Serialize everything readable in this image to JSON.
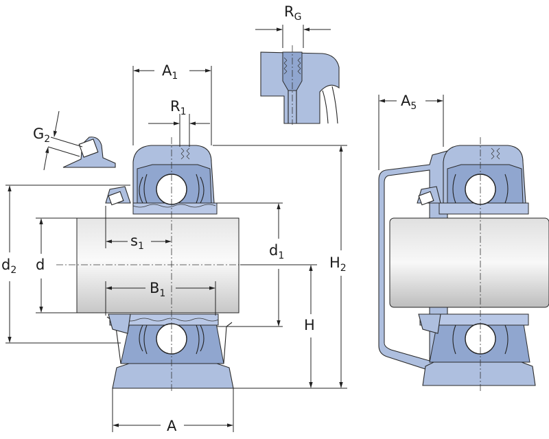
{
  "labels": {
    "RG": {
      "main": "R",
      "sub": "G"
    },
    "A1": {
      "main": "A",
      "sub": "1"
    },
    "R1": {
      "main": "R",
      "sub": "1"
    },
    "G2": {
      "main": "G",
      "sub": "2"
    },
    "A5": {
      "main": "A",
      "sub": "5"
    },
    "d2": {
      "main": "d",
      "sub": "2"
    },
    "d": {
      "main": "d",
      "sub": ""
    },
    "s1": {
      "main": "s",
      "sub": "1"
    },
    "d1": {
      "main": "d",
      "sub": "1"
    },
    "H2": {
      "main": "H",
      "sub": "2"
    },
    "B1": {
      "main": "B",
      "sub": "1"
    },
    "H": {
      "main": "H",
      "sub": ""
    },
    "A": {
      "main": "A",
      "sub": ""
    }
  },
  "colors": {
    "housing": "#aebfdf",
    "housing_dark": "#90a6cf",
    "shaft_light": "#f4f4f4",
    "shaft_dark": "#c9c9c9",
    "line": "#222222"
  },
  "icons": [
    "bearing-housing-section",
    "shaft",
    "grub-screw",
    "end-cover"
  ]
}
